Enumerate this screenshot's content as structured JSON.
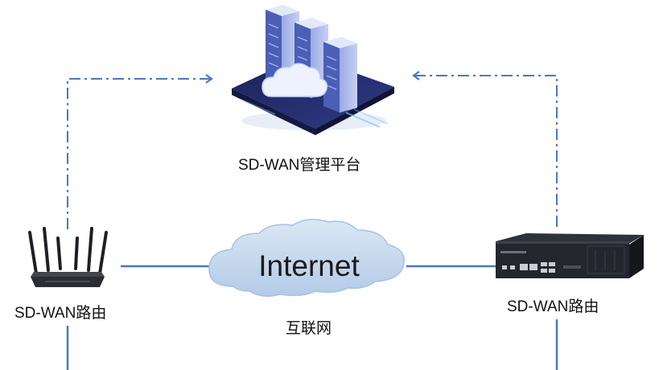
{
  "nodes": {
    "platform": {
      "label": "SD-WAN管理平台"
    },
    "left_router": {
      "label": "SD-WAN路由"
    },
    "right_router": {
      "label": "SD-WAN路由"
    },
    "internet": {
      "cloud_text": "Internet",
      "label": "互联网"
    }
  },
  "colors": {
    "link": "#4a78c2",
    "management_link": "#4a78c2",
    "cloud": "#c2d6ec",
    "server_front": "#4a5fb5",
    "server_side": "#8296d6",
    "platform_base": "#202760"
  },
  "icons": [
    "server-cluster-icon",
    "wifi-router-icon",
    "rack-router-icon",
    "internet-cloud-icon"
  ]
}
